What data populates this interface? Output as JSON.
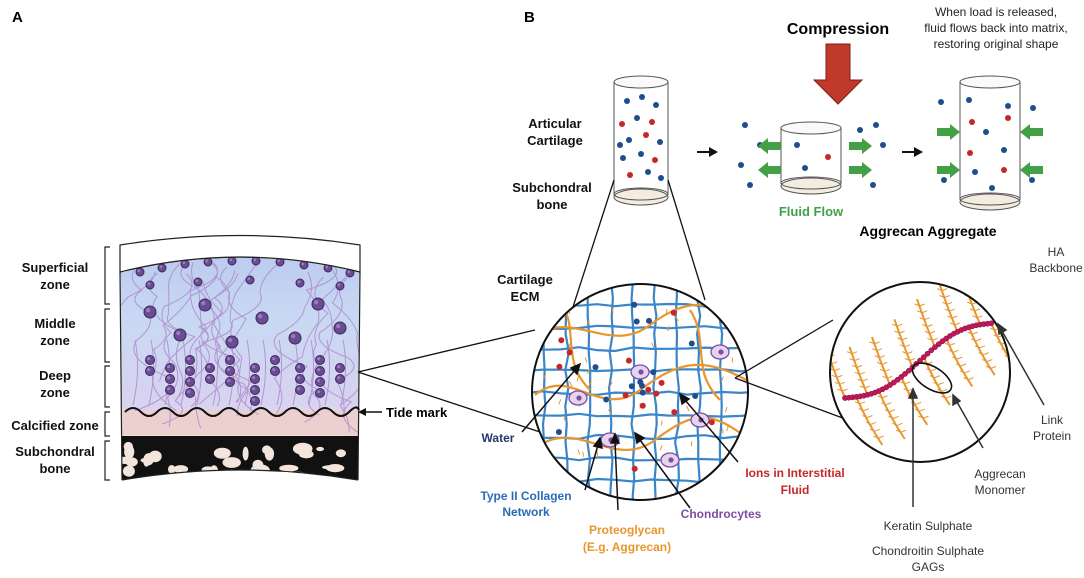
{
  "panels": {
    "a": "A",
    "b": "B"
  },
  "zones": {
    "superficial": [
      "Superficial",
      "zone"
    ],
    "middle": [
      "Middle",
      "zone"
    ],
    "deep": [
      "Deep",
      "zone"
    ],
    "calcified": "Calcified zone",
    "subchondral": [
      "Subchondral",
      "bone"
    ]
  },
  "tide_mark": "Tide mark",
  "compression": "Compression",
  "release_note": [
    "When load is released,",
    "fluid flows back into matrix,",
    "restoring original shape"
  ],
  "articular_cartilage": [
    "Articular",
    "Cartilage"
  ],
  "subchondral_bone": [
    "Subchondral",
    "bone"
  ],
  "fluid_flow": "Fluid Flow",
  "cartilage_ecm": [
    "Cartilage",
    "ECM"
  ],
  "aggrecan_aggregate": "Aggrecan Aggregate",
  "ha_backbone": [
    "HA",
    "Backbone"
  ],
  "link_protein": [
    "Link",
    "Protein"
  ],
  "aggrecan_monomer": [
    "Aggrecan",
    "Monomer"
  ],
  "keratin_sulphate": "Keratin Sulphate",
  "chondroitin": [
    "Chondroitin Sulphate",
    "GAGs"
  ],
  "water": "Water",
  "collagen": [
    "Type II Collagen",
    "Network"
  ],
  "proteoglycan": [
    "Proteoglycan",
    "(E.g. Aggrecan)"
  ],
  "chondrocytes": "Chondrocytes",
  "ions": [
    "Ions in Interstitial",
    "Fluid"
  ],
  "colors": {
    "blue_dot": "#1f4e8c",
    "red_dot": "#c62828",
    "green": "#43a047",
    "arrow_red": "#c0392b",
    "collagen_blue": "#3a86c8",
    "orange": "#e8962e",
    "purple": "#7b4fa0",
    "text_blue": "#2a6db5",
    "text_red": "#c62828",
    "text_orange": "#e8962e",
    "text_purple": "#7b4fa0",
    "text_water": "#1f3a6b",
    "text_green": "#43a047"
  }
}
